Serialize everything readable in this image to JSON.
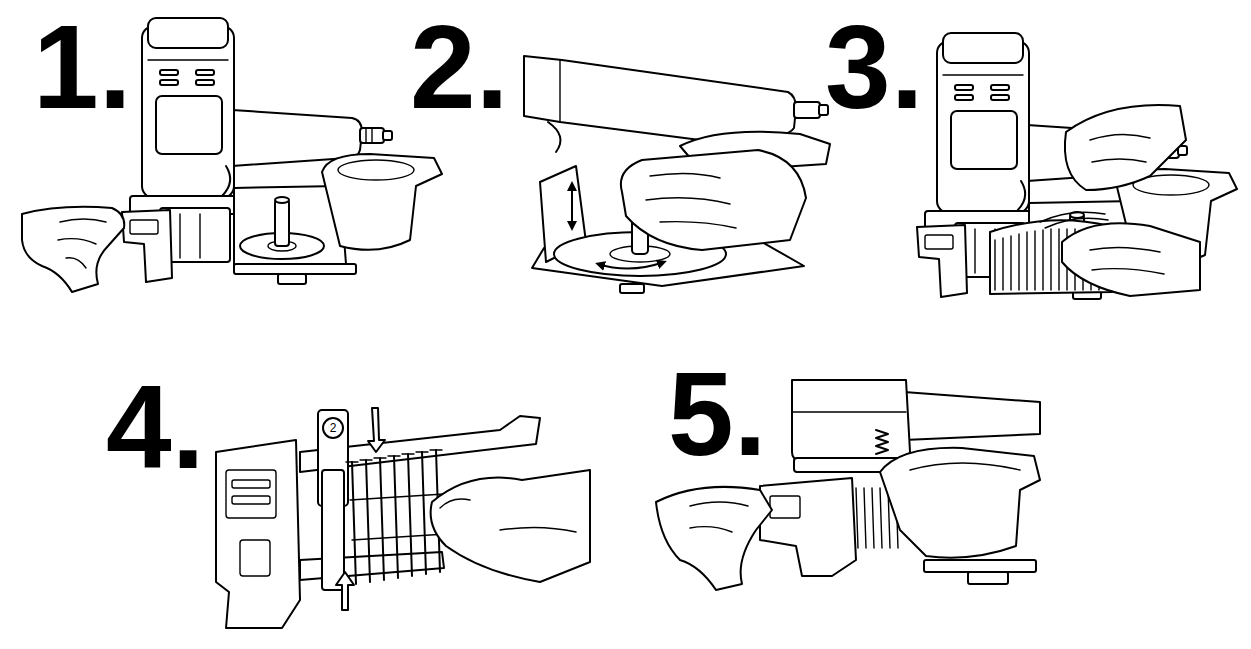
{
  "diagram": {
    "labels": [
      "1.",
      "2.",
      "3.",
      "4.",
      "5.",
      "2"
    ]
  }
}
